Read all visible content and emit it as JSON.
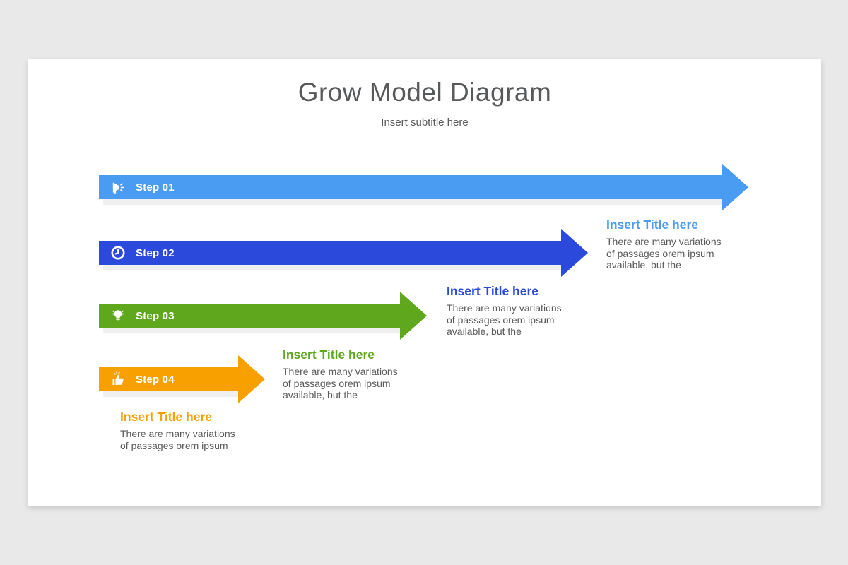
{
  "slide": {
    "title": "Grow Model Diagram",
    "subtitle": "Insert subtitle here"
  },
  "palette": {
    "page_bg": "#E9E9E9",
    "slide_bg": "#FFFFFF",
    "heading_text": "#58595B",
    "body_text": "#595959",
    "bar_shadow": "#EFEFEF"
  },
  "steps": [
    {
      "label": "Step 01",
      "icon": "megaphone-icon",
      "color": "#4A9BF2",
      "title": "Insert Title here",
      "body_lines": [
        "There are many variations",
        "of passages orem ipsum",
        "available, but the"
      ]
    },
    {
      "label": "Step 02",
      "icon": "clock-icon",
      "color": "#2B49DB",
      "title": "Insert Title here",
      "body_lines": [
        "There are many variations",
        "of passages orem ipsum",
        "available, but the"
      ]
    },
    {
      "label": "Step 03",
      "icon": "lightbulb-icon",
      "color": "#5FA71D",
      "title": "Insert Title here",
      "body_lines": [
        "There are many variations",
        "of passages orem ipsum",
        "available, but the"
      ]
    },
    {
      "label": "Step 04",
      "icon": "thumbs-up-icon",
      "color": "#F7A000",
      "title": "Insert Title here",
      "body_lines": [
        "There are many variations",
        "of passages orem ipsum"
      ]
    }
  ]
}
